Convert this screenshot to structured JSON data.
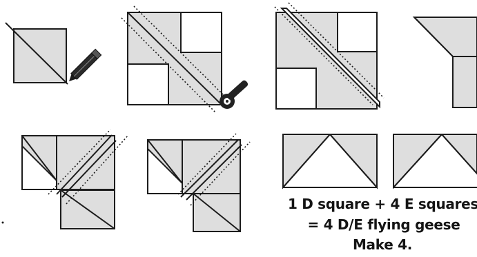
{
  "caption": {
    "line1": "1 D square + 4 E squares",
    "line2": "= 4 D/E flying geese",
    "line3": "Make 4."
  },
  "colors": {
    "fabric_fill": "#dedede",
    "line": "#1c1c1c",
    "background": "#ffffff"
  },
  "icons": [
    "pencil-icon",
    "rotary-cutter-icon"
  ]
}
